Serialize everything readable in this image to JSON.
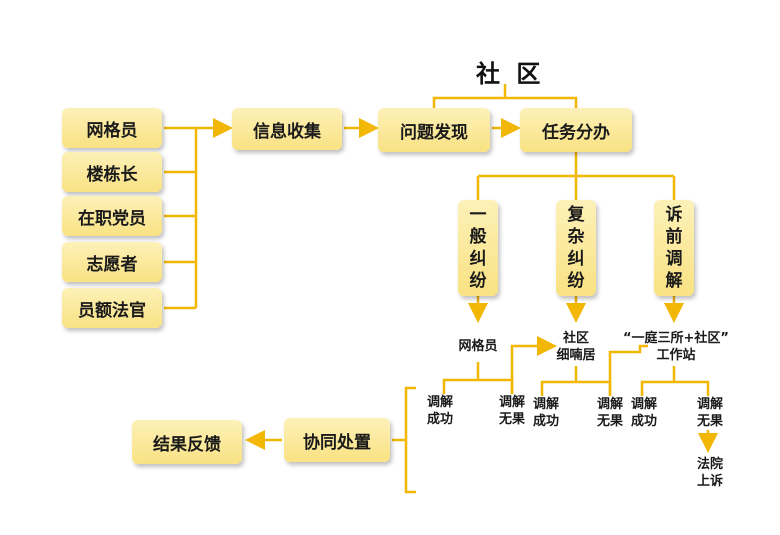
{
  "title": "社 区",
  "sources": [
    "网格员",
    "楼栋长",
    "在职党员",
    "志愿者",
    "员额法官"
  ],
  "flow": {
    "collect": "信息收集",
    "discover": "问题发现",
    "dispatch": "任务分办",
    "coordinate": "协同处置",
    "feedback": "结果反馈"
  },
  "branches": [
    {
      "label": "一般纠纷",
      "handler": "网格员"
    },
    {
      "label": "复杂纠纷",
      "handler_line1": "社区",
      "handler_line2": "细喃居"
    },
    {
      "label": "诉前调解",
      "handler_line1": "“一庭三所+社区”",
      "handler_line2": "工作站"
    }
  ],
  "outcomes": {
    "success": "调解成功",
    "fail": "调解无果",
    "court": "法院上诉"
  },
  "colors": {
    "box_top": "#fdf1b8",
    "box_bottom": "#f9e283",
    "line": "#f2b705"
  }
}
